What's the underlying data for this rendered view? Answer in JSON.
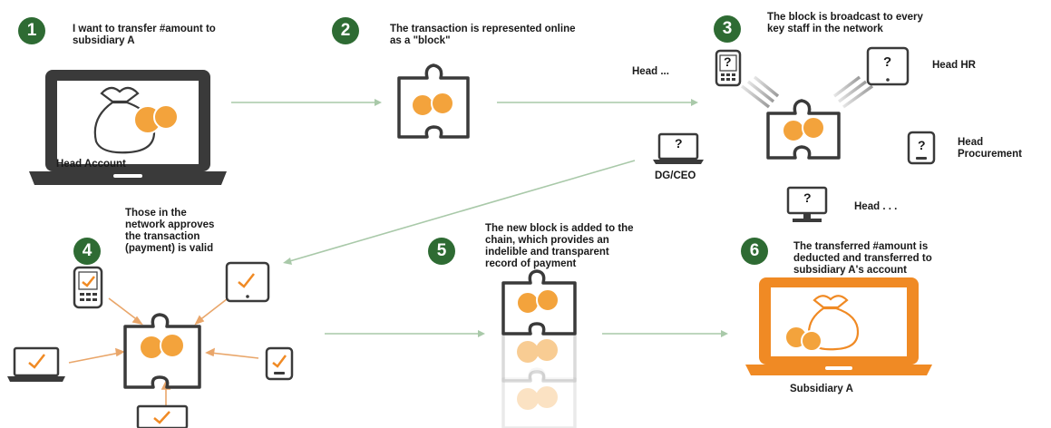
{
  "steps": [
    {
      "number": "1",
      "text": "I want to transfer #amount to\nsubsidiary A"
    },
    {
      "number": "2",
      "text": "The transaction is represented online\nas a \"block\""
    },
    {
      "number": "3",
      "text": "The block is broadcast to every\nkey staff in the network"
    },
    {
      "number": "4",
      "text": "Those in the\nnetwork approves\nthe transaction\n(payment) is valid"
    },
    {
      "number": "5",
      "text": "The new block is added to the\nchain, which provides an\nindelible and transparent\nrecord of payment"
    },
    {
      "number": "6",
      "text": "The transferred #amount is\ndeducted and transferred to\nsubsidiary A's account"
    }
  ],
  "labels": {
    "head_account": "Head Account",
    "head_top": "Head ...",
    "head_hr": "Head HR",
    "dg_ceo": "DG/CEO",
    "head_procurement": "Head\nProcurement",
    "head_bottom": "Head . . .",
    "subsidiary_a": "Subsidiary A"
  },
  "device_marks": {
    "question": "?"
  },
  "colors": {
    "step_badge": "#2e6b33",
    "accent_orange": "#f08a24",
    "coin": "#f3a33c",
    "device_dark": "#3a3a3a",
    "connector_green": "#a9c9a9",
    "connector_orange": "#e9a66a"
  }
}
